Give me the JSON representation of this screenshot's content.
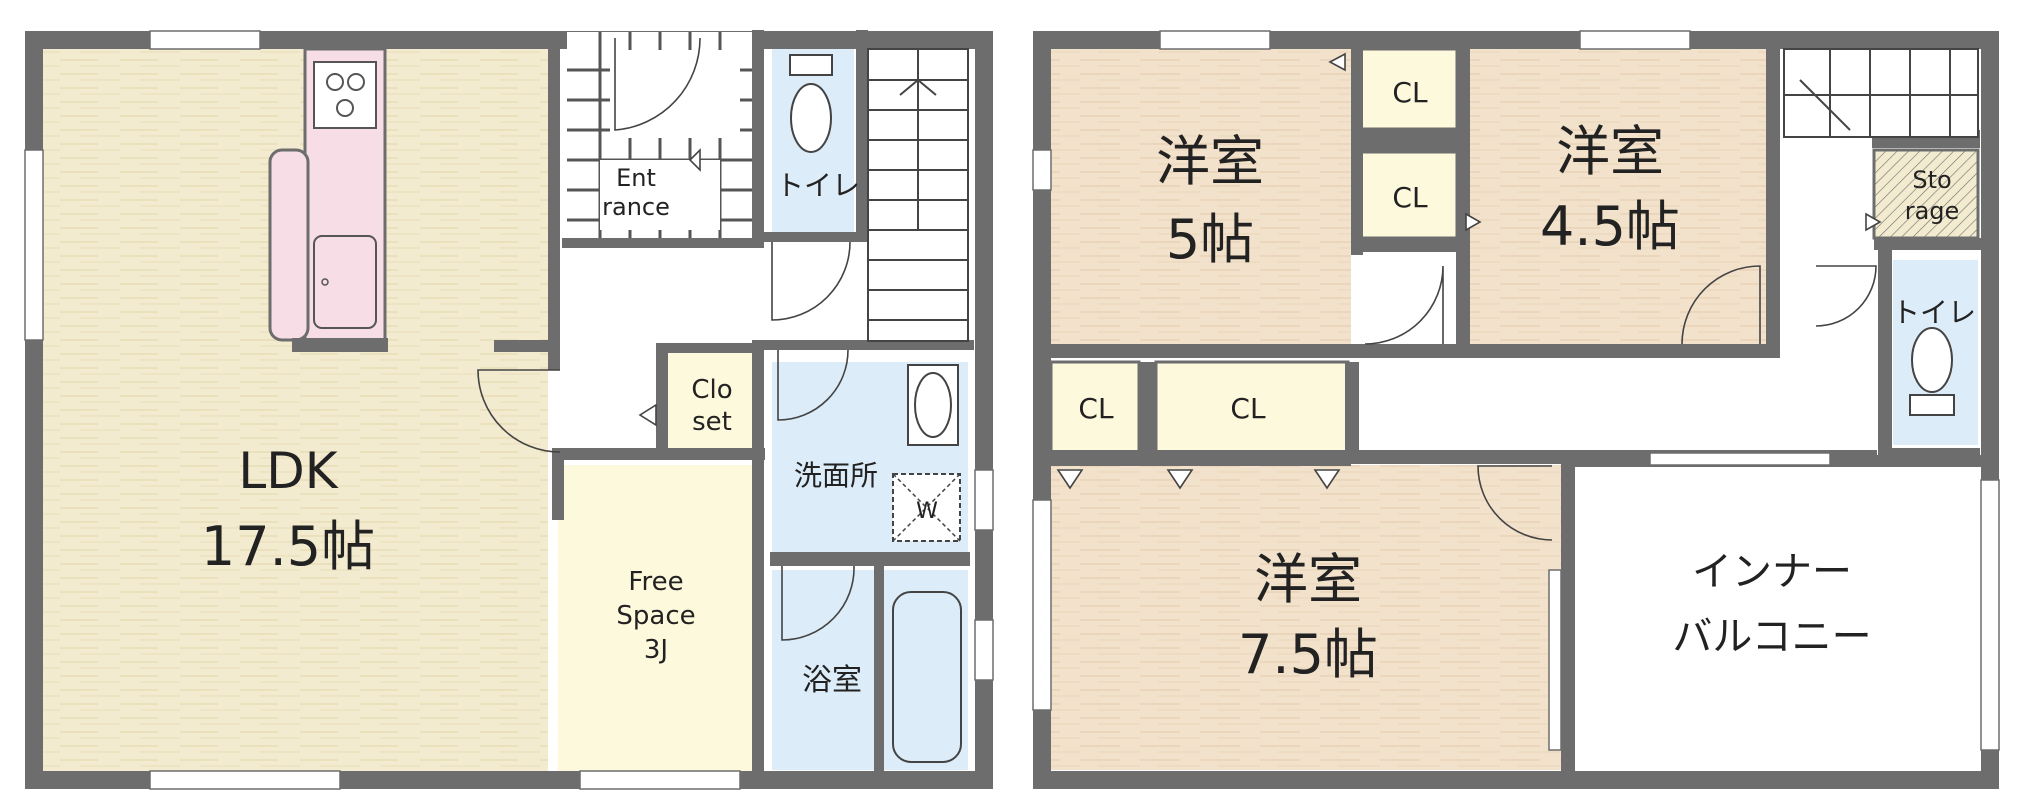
{
  "floor1": {
    "ldk": {
      "name": "LDK",
      "size": "17.5帖"
    },
    "entrance": {
      "line1": "Ent",
      "line2": "rance"
    },
    "toilet": "トイレ",
    "closet": {
      "line1": "Clo",
      "line2": "set"
    },
    "washroom": "洗面所",
    "washer": "W",
    "bath": "浴室",
    "free_space": {
      "line1": "Free",
      "line2": "Space",
      "line3": "3J"
    }
  },
  "floor2": {
    "room_a": {
      "name": "洋室",
      "size": "5帖"
    },
    "room_b": {
      "name": "洋室",
      "size": "4.5帖"
    },
    "room_c": {
      "name": "洋室",
      "size": "7.5帖"
    },
    "cl": "CL",
    "storage": {
      "line1": "Sto",
      "line2": "rage"
    },
    "toilet": "トイレ",
    "balcony": {
      "line1": "インナー",
      "line2": "バルコニー"
    }
  },
  "colors": {
    "wall": "#6d6d6d",
    "ldk_floor": "#f3ebcf",
    "room_floor": "#f3e2cb",
    "cream": "#fdf9dc",
    "water": "#dcecf8",
    "kitchen": "#f7dde6"
  }
}
